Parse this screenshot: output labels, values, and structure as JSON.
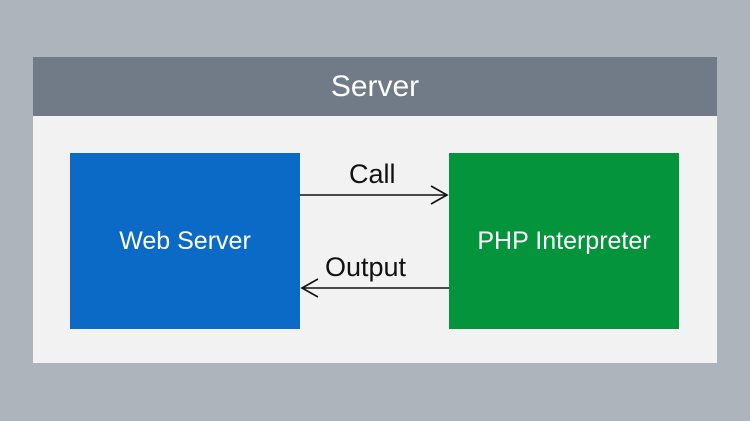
{
  "diagram": {
    "container": {
      "title": "Server"
    },
    "nodes": {
      "web_server": {
        "label": "Web Server"
      },
      "php_interpreter": {
        "label": "PHP Interpreter"
      }
    },
    "edges": {
      "call": {
        "from": "web_server",
        "to": "php_interpreter",
        "label": "Call"
      },
      "output": {
        "from": "php_interpreter",
        "to": "web_server",
        "label": "Output"
      }
    }
  },
  "colors": {
    "background": "#adb4bc",
    "container_body": "#f2f2f2",
    "container_header": "#717b88",
    "web_server": "#0a6ac5",
    "php_interpreter": "#03943c",
    "arrow": "#111111"
  }
}
